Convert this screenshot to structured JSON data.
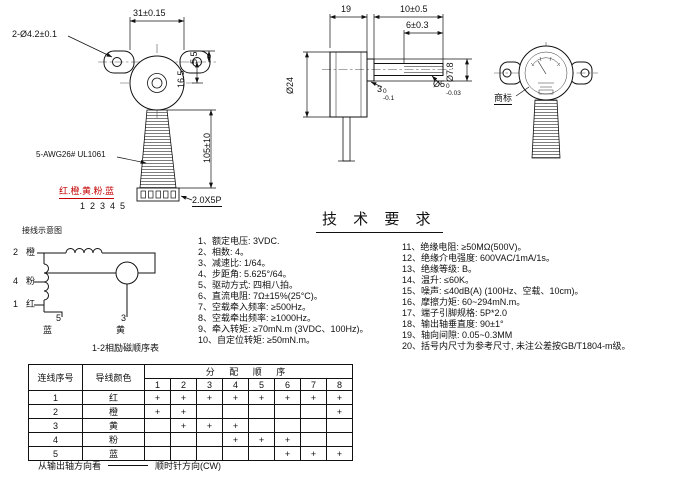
{
  "colors": {
    "annotation_red": "#c40000"
  },
  "front_view": {
    "dim_width": "31±0.15",
    "dim_holes": "2-Ø4.2±0.1",
    "dim_16_5": "16.5",
    "dim_5_5": "5.5",
    "dim_wire_len": "105±10",
    "wire_spec": "5-AWG26# UL1061",
    "wire_colors": "红.橙.黄.粉.蓝",
    "pin_numbers": "12345",
    "connector": "2.0X5P"
  },
  "side_view": {
    "dim_depth": "19",
    "dim_shaft_len": "10±0.5",
    "dim_flat_len": "6±0.3",
    "dim_body_dia": "Ø24",
    "dim_boss_dia": "Ø7.8",
    "dim_shaft_dia": "Ø5",
    "shaft_tol_top": "0",
    "shaft_tol_bot": "-0.03",
    "dim_boss_h": "3",
    "boss_tol_top": "0",
    "boss_tol_bot": "-0.1"
  },
  "top_view": {
    "label": "商标"
  },
  "wiring": {
    "title": "接线示意图",
    "pin2": {
      "num": "2",
      "color": "橙"
    },
    "pin4": {
      "num": "4",
      "color": "粉"
    },
    "pin1": {
      "num": "1",
      "color": "红"
    },
    "pin5": {
      "num": "5",
      "color": "蓝"
    },
    "pin3": {
      "num": "3",
      "color": "黄"
    },
    "caption": "1-2相励磁顺序表"
  },
  "tech": {
    "title": "技 术 要 求",
    "left": [
      "1、额定电压: 3VDC.",
      "2、相数: 4。",
      "3、减速比: 1/64。",
      "4、步距角: 5.625°/64。",
      "5、驱动方式: 四相八拍。",
      "6、直流电阻: 7Ω±15%(25°C)。",
      "7、空载牵入频率: ≥500Hz。",
      "8、空载牵出频率: ≥1000Hz。",
      "9、牵入转矩: ≥70mN.m (3VDC、100Hz)。",
      "10、自定位转矩: ≥50mN.m。"
    ],
    "right": [
      "11、绝缘电阻: ≥50MΩ(500V)。",
      "12、绝缘介电强度: 600VAC/1mA/1s。",
      "13、绝缘等级: B。",
      "14、温升: ≤60K。",
      "15、噪声: ≤40dB(A) (100Hz、空载、10cm)。",
      "16、摩擦力矩: 60~294mN.m。",
      "17、端子引脚规格: 5P*2.0",
      "18、输出轴垂直度: 90±1°",
      "19、轴向间隙: 0.05~0.3MM",
      "20、括号内尺寸为参考尺寸, 未注公差按GB/T1804-m级。"
    ]
  },
  "sequence_table": {
    "col_wire_no": "连线序号",
    "col_wire_color": "导线颜色",
    "col_order": "分 配 顺 序",
    "steps": [
      "1",
      "2",
      "3",
      "4",
      "5",
      "6",
      "7",
      "8"
    ],
    "mark": "+",
    "rows": [
      {
        "no": "1",
        "color": "红",
        "marks": [
          1,
          1,
          1,
          1,
          1,
          1,
          1,
          1
        ]
      },
      {
        "no": "2",
        "color": "橙",
        "marks": [
          1,
          1,
          0,
          0,
          0,
          0,
          0,
          1
        ]
      },
      {
        "no": "3",
        "color": "黄",
        "marks": [
          0,
          1,
          1,
          1,
          0,
          0,
          0,
          0
        ]
      },
      {
        "no": "4",
        "color": "粉",
        "marks": [
          0,
          0,
          0,
          1,
          1,
          1,
          0,
          0
        ]
      },
      {
        "no": "5",
        "color": "蓝",
        "marks": [
          0,
          0,
          0,
          0,
          0,
          1,
          1,
          1
        ]
      }
    ],
    "footer_view": "从输出轴方向看",
    "footer_dir": "顺时针方向(CW)"
  }
}
